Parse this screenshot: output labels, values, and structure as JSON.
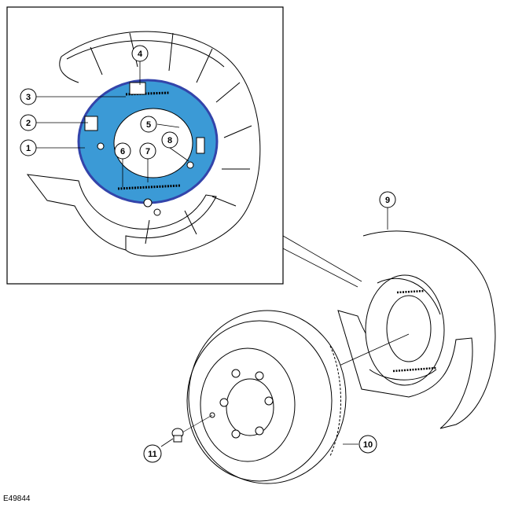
{
  "figure_id": "E49844",
  "callouts": [
    {
      "id": "c1",
      "label": "1"
    },
    {
      "id": "c2",
      "label": "2"
    },
    {
      "id": "c3",
      "label": "3"
    },
    {
      "id": "c4",
      "label": "4"
    },
    {
      "id": "c5",
      "label": "5"
    },
    {
      "id": "c6",
      "label": "6"
    },
    {
      "id": "c7",
      "label": "7"
    },
    {
      "id": "c8",
      "label": "8"
    },
    {
      "id": "c9",
      "label": "9"
    },
    {
      "id": "c10",
      "label": "10"
    },
    {
      "id": "c11",
      "label": "11"
    }
  ],
  "colors": {
    "line": "#000000",
    "shoe_fill": "#3b9ad6",
    "shoe_edge": "#3344aa",
    "background": "#ffffff"
  }
}
